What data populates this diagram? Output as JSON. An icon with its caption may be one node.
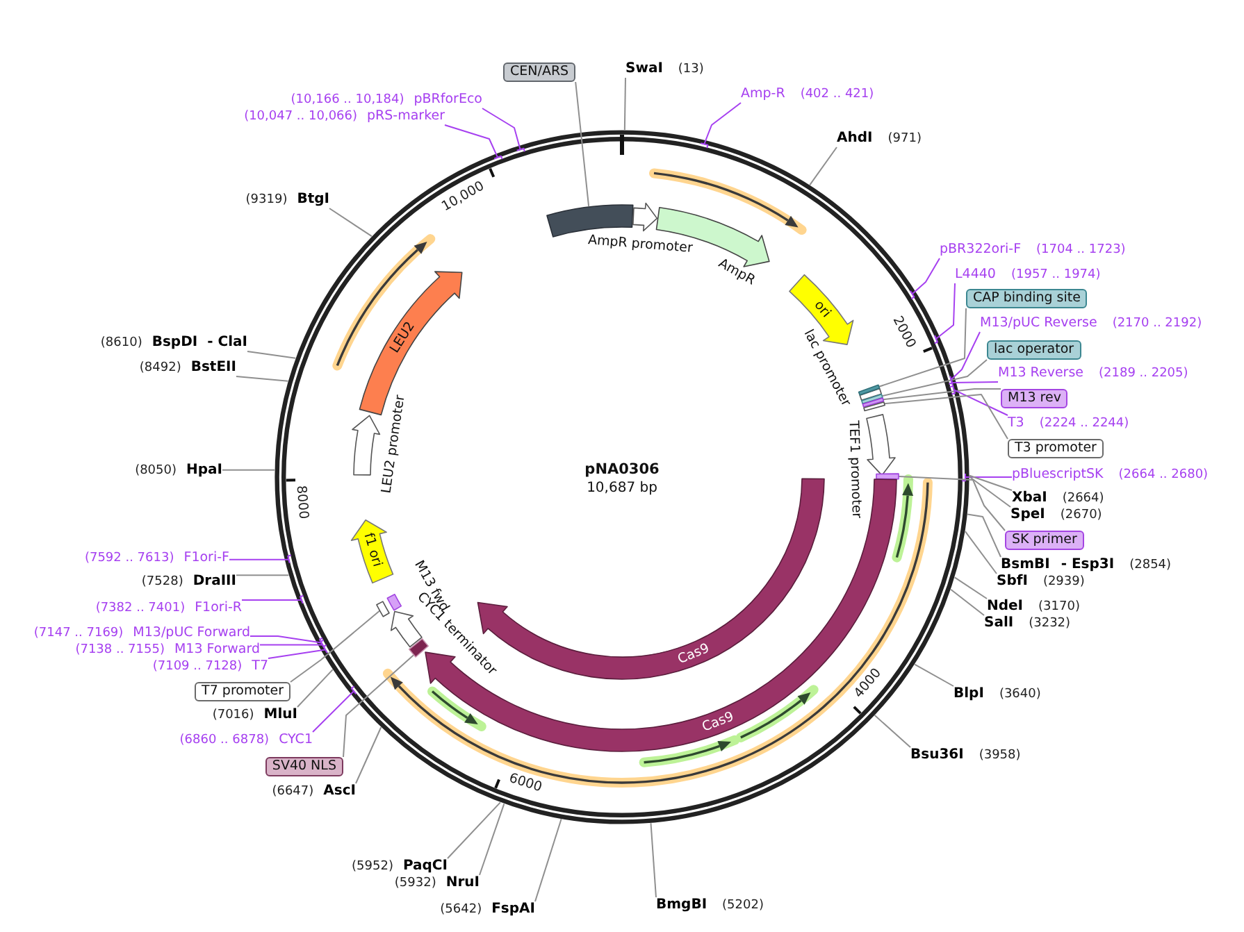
{
  "diagram": {
    "title": "pNA0306",
    "nodes": [
      {
        "text": [
          "CEN/ARS"
        ]
      },
      {
        "text": [
          "SwaI",
          "(13)"
        ]
      },
      {
        "text": [
          "Amp-R",
          "(402 .. 421)"
        ]
      },
      {
        "text": [
          "AhdI",
          "(971)"
        ]
      },
      {
        "text": [
          "pBR322ori-F",
          "(1704 .. 1723)"
        ]
      },
      {
        "text": [
          "L4440",
          "(1957 .. 1974)"
        ]
      },
      {
        "text": [
          "CAP binding site"
        ]
      },
      {
        "text": [
          "M13/pUC Reverse",
          "(2170 .. 2192)"
        ]
      },
      {
        "text": [
          "lac operator"
        ]
      },
      {
        "text": [
          "M13 Reverse",
          "(2189 .. 2205)"
        ]
      },
      {
        "text": [
          "M13 rev"
        ]
      },
      {
        "text": [
          "T3",
          "(2224 .. 2244)"
        ]
      },
      {
        "text": [
          "T3 promoter"
        ]
      },
      {
        "text": [
          "pBluescriptSK",
          "(2664 .. 2680)"
        ]
      },
      {
        "text": [
          "XbaI",
          "(2664)"
        ]
      },
      {
        "text": [
          "SpeI",
          "(2670)"
        ]
      },
      {
        "text": [
          "SK primer"
        ]
      },
      {
        "text": [
          "BsmBI",
          "- Esp3I",
          "(2854)"
        ]
      },
      {
        "text": [
          "SbfI",
          "(2939)"
        ]
      },
      {
        "text": [
          "NdeI",
          "(3170)"
        ]
      },
      {
        "text": [
          "SalI",
          "(3232)"
        ]
      },
      {
        "text": [
          "BlpI",
          "(3640)"
        ]
      },
      {
        "text": [
          "Bsu36I",
          "(3958)"
        ]
      },
      {
        "text": [
          "BmgBI",
          "(5202)"
        ]
      },
      {
        "text": [
          "(5642)",
          "FspAI"
        ]
      },
      {
        "text": [
          "(5932)",
          "NruI"
        ]
      },
      {
        "text": [
          "(5952)",
          "PaqCI"
        ]
      },
      {
        "text": [
          "(6647)",
          "AscI"
        ]
      },
      {
        "text": [
          "SV40 NLS"
        ]
      },
      {
        "text": [
          "(6860 .. 6878)",
          "CYC1"
        ]
      },
      {
        "text": [
          "(7016)",
          "MluI"
        ]
      },
      {
        "text": [
          "T7 promoter"
        ]
      },
      {
        "text": [
          "(7109 .. 7128)",
          "T7"
        ]
      },
      {
        "text": [
          "(7138 .. 7155)",
          "M13 Forward"
        ]
      },
      {
        "text": [
          "(7147 .. 7169)",
          "M13/pUC Forward"
        ]
      },
      {
        "text": [
          "(7382 .. 7401)",
          "F1ori-R"
        ]
      },
      {
        "text": [
          "(7528)",
          "DraIII"
        ]
      },
      {
        "text": [
          "(7592 .. 7613)",
          "F1ori-F"
        ]
      },
      {
        "text": [
          "(8050)",
          "HpaI"
        ]
      },
      {
        "text": [
          "(8492)",
          "BstEII"
        ]
      },
      {
        "text": [
          "(8610)",
          "BspDI",
          "- ClaI"
        ]
      },
      {
        "text": [
          "(9319)",
          "BtgI"
        ]
      },
      {
        "text": [
          "(10,047 .. 10,066)",
          "pRS-marker"
        ]
      },
      {
        "text": [
          "(10,166 .. 10,184)",
          "pBRforEco"
        ]
      },
      {
        "text": [],
        "shape": "bar"
      },
      {
        "text": [
          "AmpR promoter"
        ]
      },
      {
        "text": [
          "AmpR"
        ]
      },
      {
        "text": [
          "ori"
        ]
      },
      {
        "text": [
          "lac promoter"
        ]
      },
      {
        "text": [],
        "shape": "bar"
      },
      {
        "text": [],
        "shape": "bar"
      },
      {
        "text": [],
        "shape": "bar"
      },
      {
        "text": [],
        "shape": "bar"
      },
      {
        "text": [
          "TEF1 promoter"
        ]
      },
      {
        "text": [],
        "shape": "bar"
      },
      {
        "text": [
          "Cas9"
        ]
      },
      {
        "text": [
          "Cas9"
        ]
      },
      {
        "text": [],
        "shape": "bar"
      },
      {
        "text": [
          "CYC1 terminator"
        ]
      },
      {
        "text": [],
        "shape": "bar"
      },
      {
        "text": [
          "M13 fwd"
        ]
      },
      {
        "text": [
          "f1 ori"
        ]
      },
      {
        "text": [
          "LEU2 promoter"
        ]
      },
      {
        "text": [
          "LEU2"
        ]
      }
    ],
    "edges": [
      {
        "from": 0,
        "to": 44,
        "arrow": "none"
      },
      {
        "from": 1,
        "to": null,
        "arrow": "none"
      },
      {
        "from": 2,
        "to": null,
        "arrow": "none",
        "color": "#a640f0"
      },
      {
        "from": 3,
        "to": null,
        "arrow": "none"
      },
      {
        "from": 4,
        "to": null,
        "arrow": "none",
        "color": "#a640f0"
      },
      {
        "from": 5,
        "to": null,
        "arrow": "none",
        "color": "#a640f0"
      },
      {
        "from": 6,
        "to": 49,
        "arrow": "none"
      },
      {
        "from": 7,
        "to": null,
        "arrow": "none",
        "color": "#a640f0"
      },
      {
        "from": 8,
        "to": 50,
        "arrow": "none"
      },
      {
        "from": 9,
        "to": null,
        "arrow": "none",
        "color": "#a640f0"
      },
      {
        "from": 10,
        "to": 51,
        "arrow": "none"
      },
      {
        "from": 11,
        "to": null,
        "arrow": "none",
        "color": "#a640f0"
      },
      {
        "from": 12,
        "to": 52,
        "arrow": "none"
      },
      {
        "from": 13,
        "to": null,
        "arrow": "none",
        "color": "#a640f0"
      },
      {
        "from": 14,
        "to": null,
        "arrow": "none"
      },
      {
        "from": 15,
        "to": null,
        "arrow": "none"
      },
      {
        "from": 16,
        "to": 54,
        "arrow": "none"
      },
      {
        "from": 17,
        "to": null,
        "arrow": "none"
      },
      {
        "from": 18,
        "to": null,
        "arrow": "none"
      },
      {
        "from": 19,
        "to": null,
        "arrow": "none"
      },
      {
        "from": 20,
        "to": null,
        "arrow": "none"
      },
      {
        "from": 21,
        "to": null,
        "arrow": "none"
      },
      {
        "from": 22,
        "to": null,
        "arrow": "none"
      },
      {
        "from": 23,
        "to": null,
        "arrow": "none"
      },
      {
        "from": 24,
        "to": null,
        "arrow": "none"
      },
      {
        "from": 25,
        "to": null,
        "arrow": "none"
      },
      {
        "from": 26,
        "to": null,
        "arrow": "none"
      },
      {
        "from": 27,
        "to": null,
        "arrow": "none"
      },
      {
        "from": 28,
        "to": 57,
        "arrow": "none"
      },
      {
        "from": 29,
        "to": null,
        "arrow": "none",
        "color": "#a640f0"
      },
      {
        "from": 30,
        "to": null,
        "arrow": "none"
      },
      {
        "from": 31,
        "to": 59,
        "arrow": "none"
      },
      {
        "from": 32,
        "to": null,
        "arrow": "none",
        "color": "#a640f0"
      },
      {
        "from": 33,
        "to": null,
        "arrow": "none",
        "color": "#a640f0"
      },
      {
        "from": 34,
        "to": null,
        "arrow": "none",
        "color": "#a640f0"
      },
      {
        "from": 35,
        "to": null,
        "arrow": "none",
        "color": "#a640f0"
      },
      {
        "from": 36,
        "to": null,
        "arrow": "none"
      },
      {
        "from": 37,
        "to": null,
        "arrow": "none",
        "color": "#a640f0"
      },
      {
        "from": 38,
        "to": null,
        "arrow": "none"
      },
      {
        "from": 39,
        "to": null,
        "arrow": "none"
      },
      {
        "from": 40,
        "to": null,
        "arrow": "none"
      },
      {
        "from": 41,
        "to": null,
        "arrow": "none"
      },
      {
        "from": 42,
        "to": null,
        "arrow": "none",
        "color": "#a640f0"
      },
      {
        "from": 43,
        "to": null,
        "arrow": "none",
        "color": "#a640f0"
      }
    ],
    "labels": [
      "10,000",
      "2000",
      "10,687 bp",
      "8000",
      "4000",
      "6000"
    ]
  }
}
